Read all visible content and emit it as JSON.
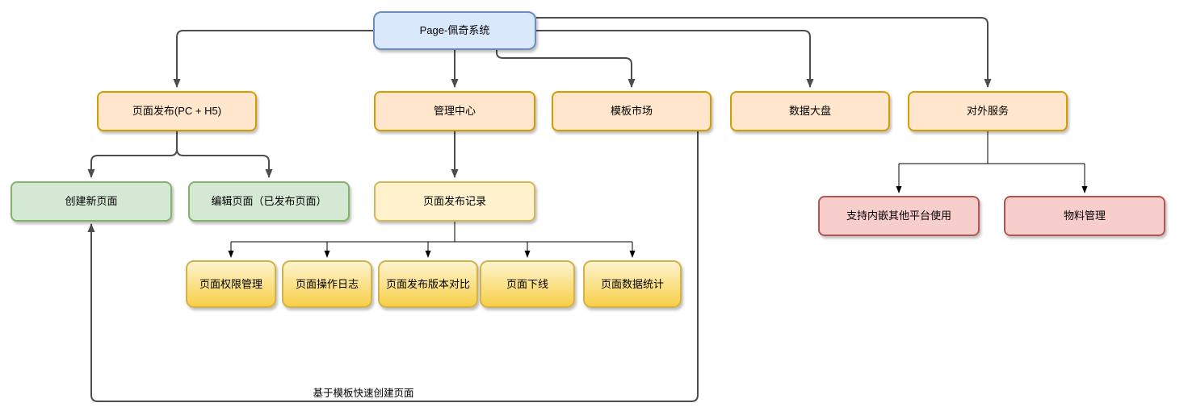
{
  "diagram": {
    "root": {
      "label": "Page-佩奇系统"
    },
    "level1": [
      {
        "label": "页面发布(PC + H5)"
      },
      {
        "label": "管理中心"
      },
      {
        "label": "模板市场"
      },
      {
        "label": "数据大盘"
      },
      {
        "label": "对外服务"
      }
    ],
    "publish_children": [
      {
        "label": "创建新页面"
      },
      {
        "label": "编辑页面（已发布页面）"
      }
    ],
    "admin_children": [
      {
        "label": "页面发布记录"
      }
    ],
    "record_children": [
      {
        "label": "页面权限管理"
      },
      {
        "label": "页面操作日志"
      },
      {
        "label": "页面发布版本对比"
      },
      {
        "label": "页面下线"
      },
      {
        "label": "页面数据统计"
      }
    ],
    "external_children": [
      {
        "label": "支持内嵌其他平台使用"
      },
      {
        "label": "物料管理"
      }
    ],
    "edge_label": "基于模板快速创建页面",
    "colors": {
      "root_fill": "#dae8fc",
      "root_stroke": "#6c8ebf",
      "level1_fill": "#ffe6cc",
      "level1_stroke": "#d79b00",
      "green_fill": "#d5e8d4",
      "green_stroke": "#82b366",
      "yellow_fill": "#fff2cc",
      "yellow_stroke": "#d6b656",
      "yellow_gradient_top": "#fdf4cf",
      "yellow_gradient_bottom": "#f8cf47",
      "red_fill": "#f8cecc",
      "red_stroke": "#b85450",
      "edge_gray": "#4d4d4d",
      "edge_black": "#000000"
    }
  }
}
